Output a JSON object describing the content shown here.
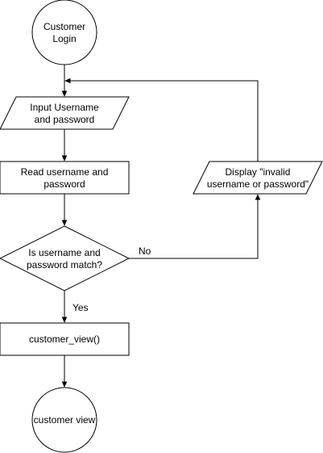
{
  "nodes": {
    "start": {
      "line1": "Customer",
      "line2": "Login"
    },
    "input": {
      "line1": "Input Username",
      "line2": "and password"
    },
    "read": {
      "line1": "Read username and",
      "line2": "password"
    },
    "decision": {
      "line1": "Is username and",
      "line2": "password match?"
    },
    "display_invalid": {
      "line1": "Display \"invalid",
      "line2": "username or password\""
    },
    "process": {
      "line1": "customer_view()"
    },
    "end": {
      "line1": "customer view"
    }
  },
  "edges": {
    "no_label": "No",
    "yes_label": "Yes"
  }
}
